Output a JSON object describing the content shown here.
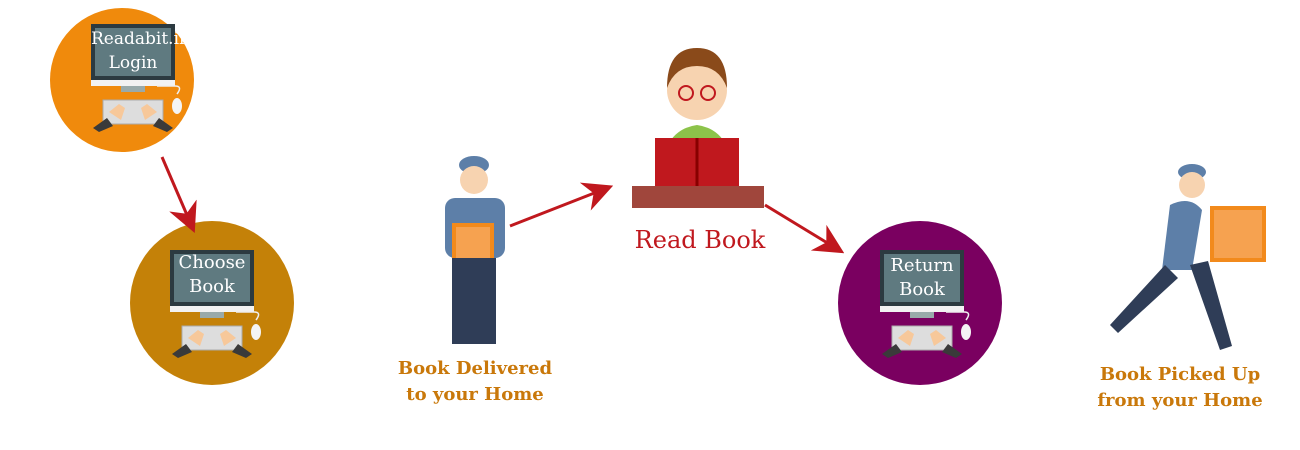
{
  "steps": {
    "login": {
      "line1": "Readabit.in",
      "line2": "Login",
      "color": "#f08a0c"
    },
    "choose": {
      "line1": "Choose",
      "line2": "Book",
      "color": "#c48108"
    },
    "delivered": {
      "line1": "Book Delivered",
      "line2": "to your Home"
    },
    "read": {
      "label": "Read Book"
    },
    "return": {
      "line1": "Return",
      "line2": "Book",
      "color": "#7a0060"
    },
    "picked": {
      "line1": "Book Picked Up",
      "line2": "from your Home"
    }
  },
  "colors": {
    "caption": "#c9780a",
    "read_caption": "#c0181e",
    "arrow": "#c0181e",
    "screen": "#5f7a80"
  }
}
